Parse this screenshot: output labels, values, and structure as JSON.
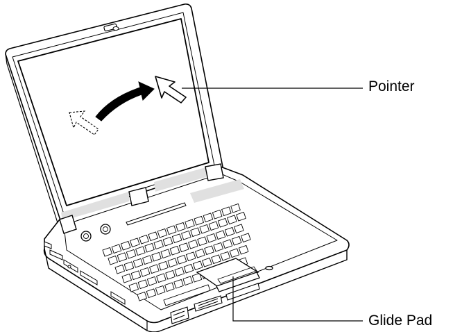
{
  "labels": {
    "pointer": "Pointer",
    "glide_pad": "Glide Pad"
  },
  "colors": {
    "ink": "#000000",
    "paper": "#ffffff",
    "highlight": "#e0e0e0"
  },
  "icons": [
    "notebook-illustration",
    "pointer-arrow-icon",
    "ghost-pointer-icon",
    "motion-arrow-icon",
    "glide-pad"
  ]
}
